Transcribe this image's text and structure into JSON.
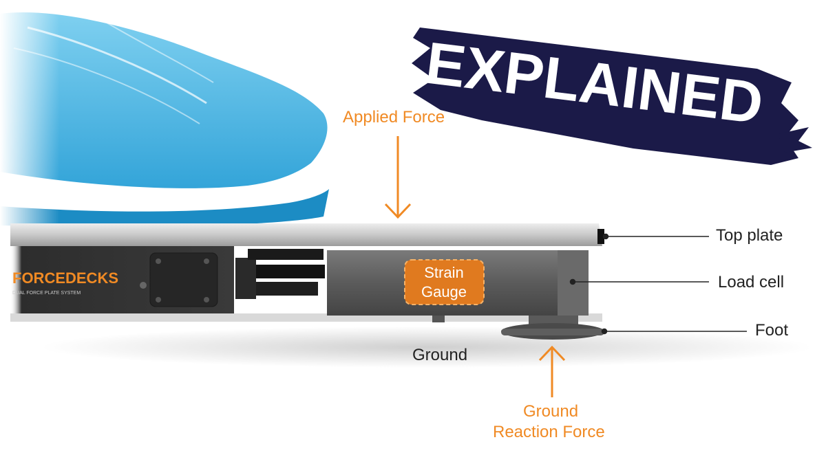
{
  "banner": {
    "text": "EXPLAINED",
    "bg": "#1B1A48",
    "fg": "#FFFFFF"
  },
  "brand": {
    "name": "FORCEDECKS",
    "tagline": "DUAL FORCE PLATE SYSTEM",
    "accent": "#F08A24"
  },
  "labels": {
    "applied_force": "Applied Force",
    "strain_gauge_line1": "Strain",
    "strain_gauge_line2": "Gauge",
    "top_plate": "Top plate",
    "load_cell": "Load cell",
    "foot": "Foot",
    "ground": "Ground",
    "grf_line1": "Ground",
    "grf_line2": "Reaction Force"
  },
  "colors": {
    "accent": "#F08A24",
    "shoe": "#3BB0E0",
    "text": "#222222"
  },
  "icons": [
    "shoe-illustration",
    "down-arrow-icon",
    "up-arrow-icon"
  ]
}
